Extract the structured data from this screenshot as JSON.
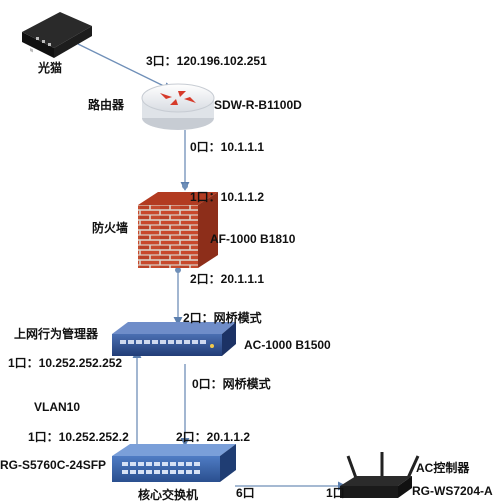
{
  "devices": {
    "modem": {
      "name": "光猫"
    },
    "router": {
      "name": "路由器",
      "model": "SDW-R-B1100D",
      "port_wan": "3口：120.196.102.251",
      "port_lan": "0口：10.1.1.1"
    },
    "firewall": {
      "name": "防火墙",
      "model": "AF-1000 B1810",
      "port_in": "1口：10.1.1.2",
      "port_out": "2口：20.1.1.1"
    },
    "behavior_mgr": {
      "name": "上网行为管理器",
      "model": "AC-1000 B1500",
      "port_top": "2口：网桥模式",
      "port_left": "1口：10.252.252.252",
      "port_bottom": "0口：网桥模式"
    },
    "core_switch": {
      "name": "核心交换机",
      "model": "RG-S5760C-24SFP",
      "vlan": "VLAN10",
      "port_vlan": "1口：10.252.252.2",
      "port_up": "2口：20.1.1.2",
      "port_ac": "6口"
    },
    "ac_controller": {
      "name": "AC控制器",
      "model": "RG-WS7204-A",
      "port": "1口"
    }
  },
  "colors": {
    "link": "#6f8fb8",
    "router_body": "#eef0f3",
    "router_arrow": "#d63a2a",
    "brick": "#c8492c",
    "device_blue": "#2b4a8a",
    "switch_blue": "#3462a8"
  }
}
